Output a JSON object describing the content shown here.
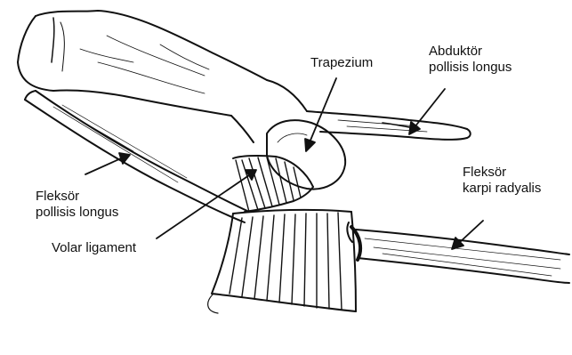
{
  "labels": {
    "trapezium": "Trapezium",
    "abductor_line1": "Abduktör",
    "abductor_line2": "pollisis longus",
    "flexor_pollicis_line1": "Fleksör",
    "flexor_pollicis_line2": "pollisis longus",
    "flexor_carpi_line1": "Fleksör",
    "flexor_carpi_line2": "karpi radyalis",
    "volar_ligament": "Volar ligament"
  },
  "colors": {
    "ink": "#111111",
    "background": "#ffffff"
  }
}
